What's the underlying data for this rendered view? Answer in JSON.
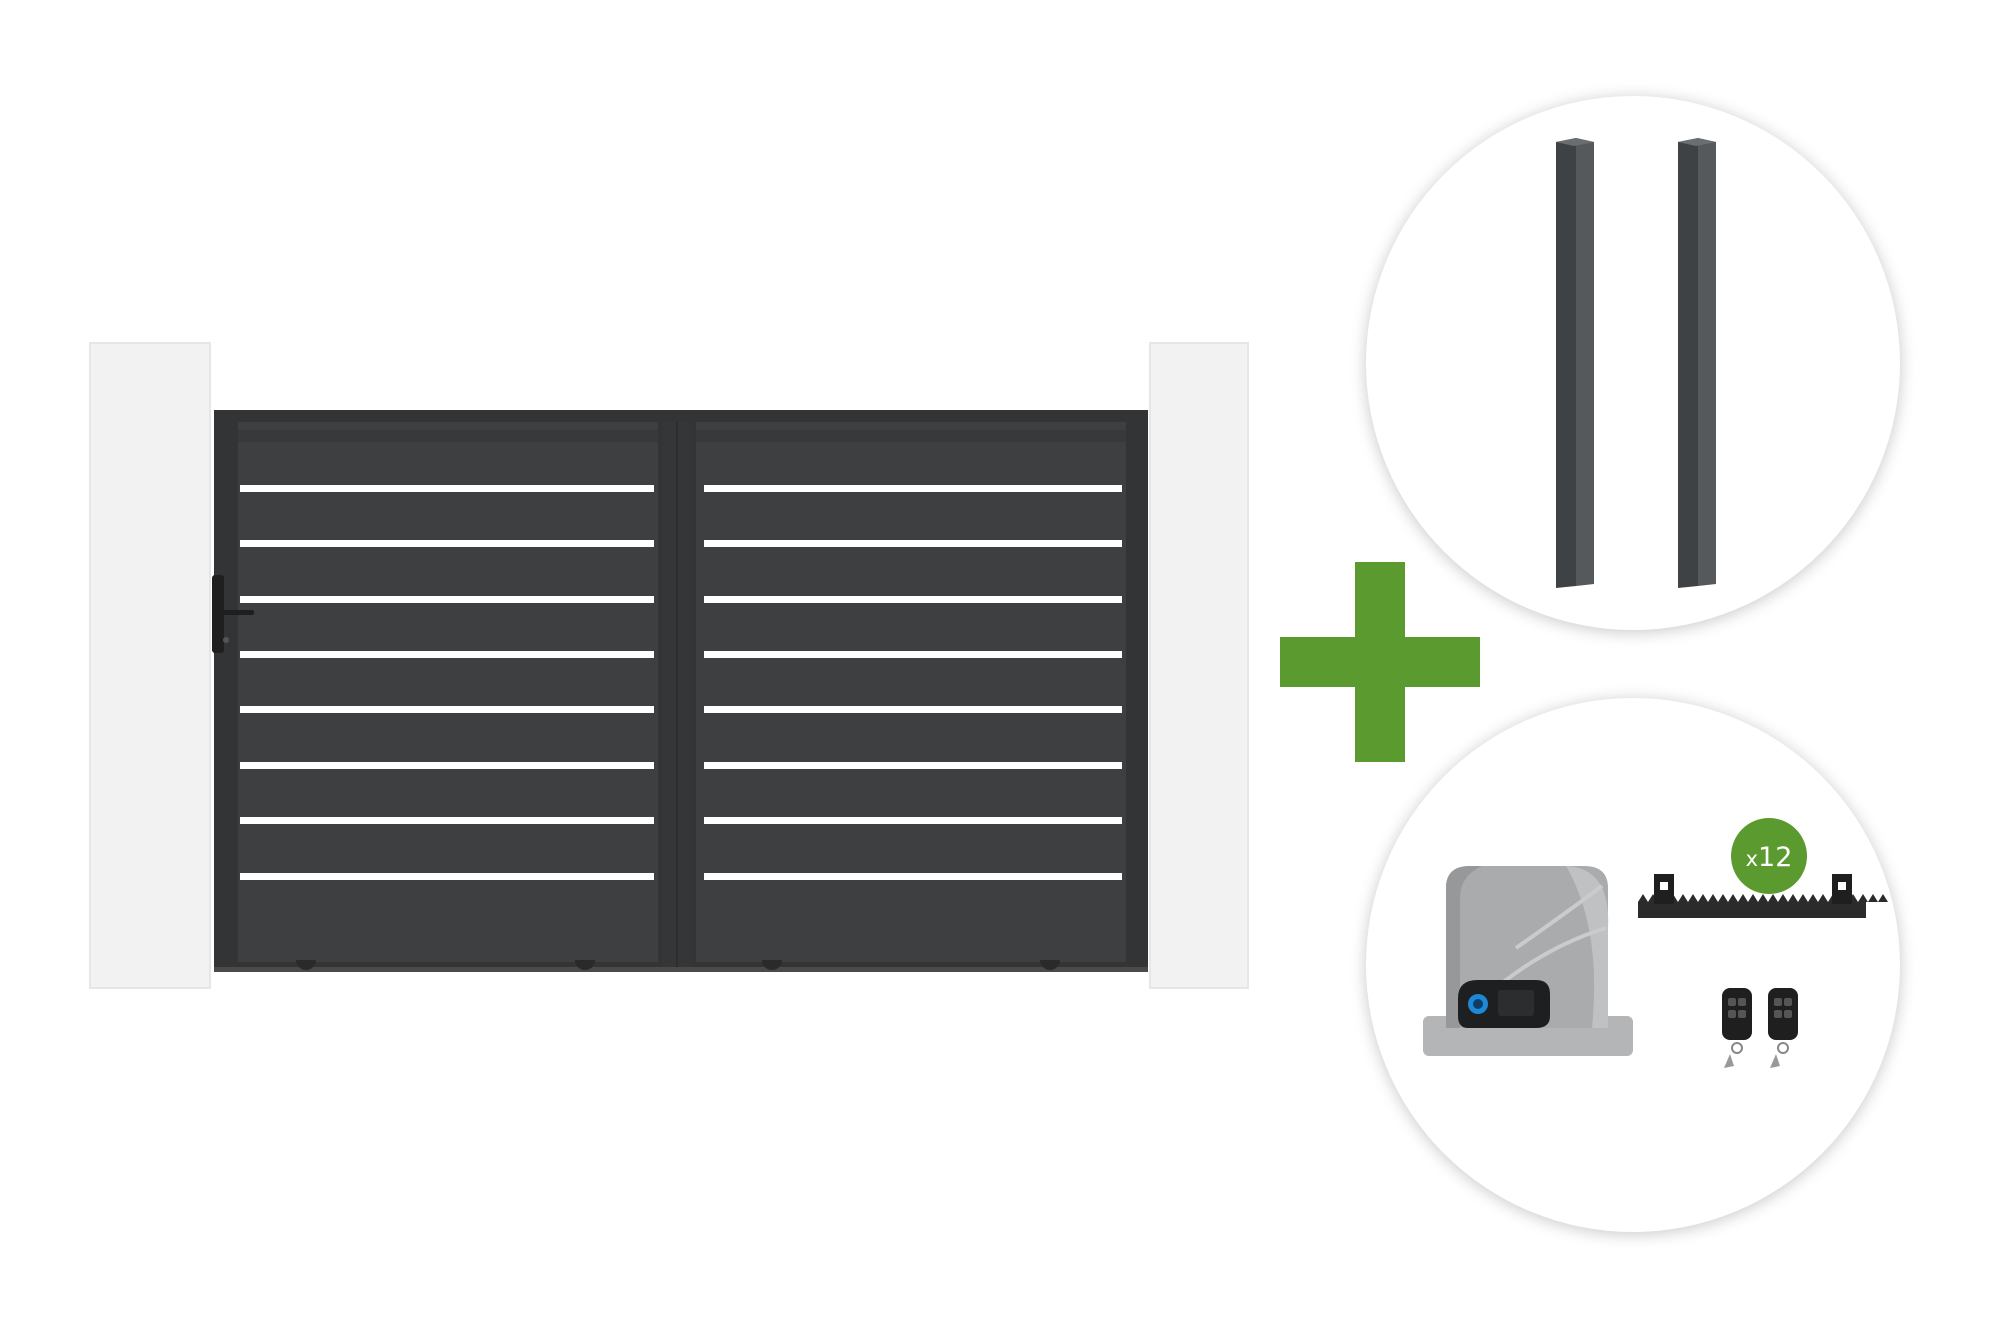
{
  "scene": {
    "description_items": [
      "sliding-gate",
      "posts",
      "motor-kit"
    ],
    "colors": {
      "gate": "#3d3e40",
      "gate_frame": "#333436",
      "slat_gap": "#ffffff",
      "pillar": "#f0f0f0",
      "post": "#45484b",
      "plus": "#5a9a2e",
      "badge": "#5a9a2e",
      "motor_body": "#a7a9ab",
      "rack": "#2b2b2b"
    }
  },
  "badge": {
    "prefix": "x",
    "count": "12"
  },
  "gate": {
    "leaves": 2,
    "slat_gaps_per_leaf": 8
  },
  "posts": {
    "count": 2
  },
  "remotes": {
    "count": 2
  }
}
